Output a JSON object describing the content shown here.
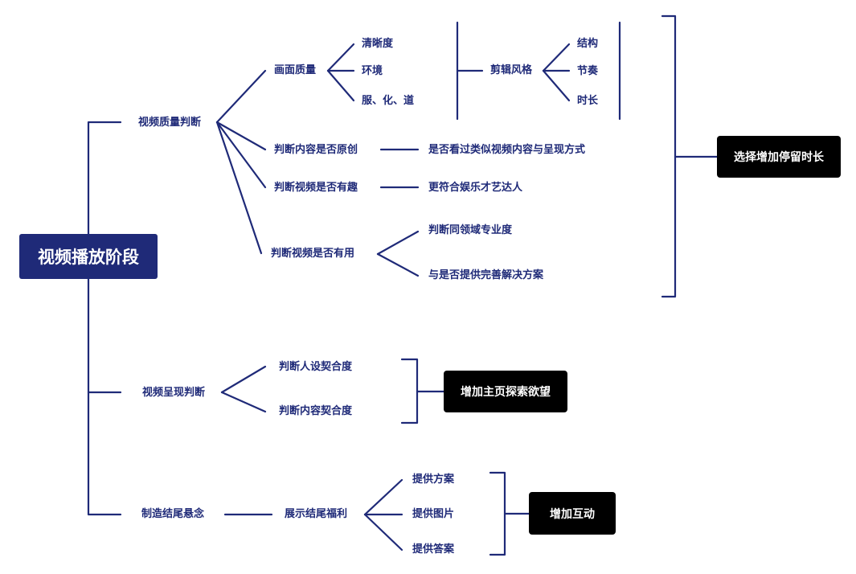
{
  "root": "视频播放阶段",
  "branch1": {
    "label": "视频质量判断",
    "picture": {
      "label": "画面质量",
      "items": [
        "清晰度",
        "环境",
        "服、化、道"
      ]
    },
    "edit": {
      "label": "剪辑风格",
      "items": [
        "结构",
        "节奏",
        "时长"
      ]
    },
    "original": {
      "label": "判断内容是否原创",
      "detail": "是否看过类似视频内容与呈现方式"
    },
    "fun": {
      "label": "判断视频是否有趣",
      "detail": "更符合娱乐才艺达人"
    },
    "useful": {
      "label": "判断视频是否有用",
      "details": [
        "判断同领域专业度",
        "与是否提供完善解决方案"
      ]
    },
    "outcome": "选择增加停留时长"
  },
  "branch2": {
    "label": "视频呈现判断",
    "items": [
      "判断人设契合度",
      "判断内容契合度"
    ],
    "outcome": "增加主页探索欲望"
  },
  "branch3": {
    "label": "制造结尾悬念",
    "sub": "展示结尾福利",
    "items": [
      "提供方案",
      "提供图片",
      "提供答案"
    ],
    "outcome": "增加互动"
  }
}
